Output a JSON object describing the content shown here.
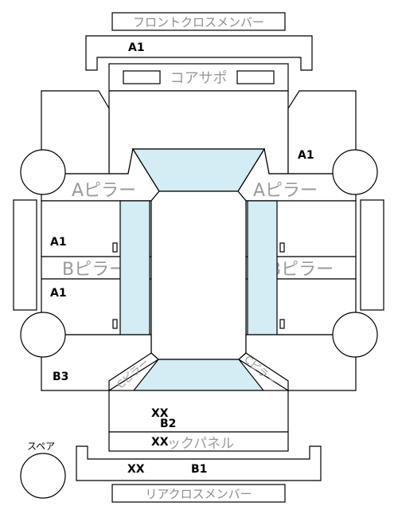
{
  "labels": {
    "front_cross_member": "フロントクロスメンバー",
    "core_support": "コアサポ",
    "a_pillar_left": "Aピラー",
    "a_pillar_right": "Aピラー",
    "b_pillar_left": "Bピラー",
    "b_pillar_right": "Bピラー",
    "c_pillar_left": "Cピラー",
    "c_pillar_right": "Cピラー",
    "back_panel": "ックパネル",
    "rear_cross_member": "リアクロスメンバー",
    "spare": "スペア"
  },
  "codes": {
    "front_cross_member": "A1",
    "right_front_fender": "A1",
    "left_front_door": "A1",
    "left_rear_door": "A1",
    "left_quarter": "B3",
    "trunk_floor_1": "XX",
    "trunk_floor_2": "B2",
    "back_panel": "XX",
    "rear_member_1": "XX",
    "rear_member_2": "B1"
  },
  "colors": {
    "glass": "#d4ecf3",
    "stroke": "#000000",
    "label_gray": "#9a9a9a"
  }
}
